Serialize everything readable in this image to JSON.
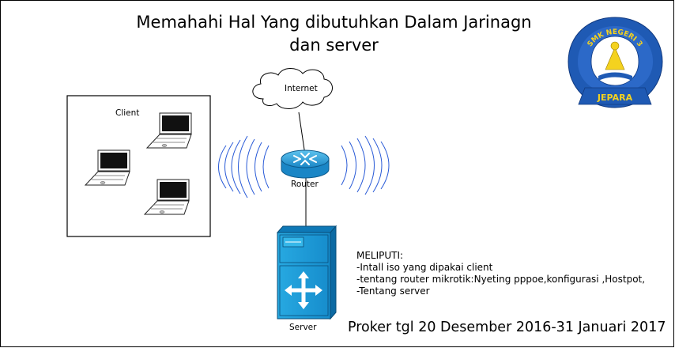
{
  "title": {
    "line1": "Memahahi Hal Yang dibutuhkan Dalam Jarinagn",
    "line2": "dan server"
  },
  "logo": {
    "top_text": "SMK NEGERI 3",
    "bottom_text": "JEPARA",
    "colors": {
      "blue": "#1f5ab4",
      "yellow": "#f4d21f"
    }
  },
  "nodes": {
    "client": "Client",
    "internet": "Internet",
    "router": "Router",
    "server": "Server"
  },
  "notes": {
    "heading": "MELIPUTI:",
    "items": [
      "-Intall iso yang dipakai client",
      "-tentang router mikrotik:Nyeting pppoe,konfigurasi ,Hostpot,",
      "-Tentang server"
    ]
  },
  "footer": "Proker tgl 20 Desember 2016-31 Januari 2017",
  "colors": {
    "device_blue": "#1aa0d8",
    "wave_blue": "#2a5bd7"
  }
}
